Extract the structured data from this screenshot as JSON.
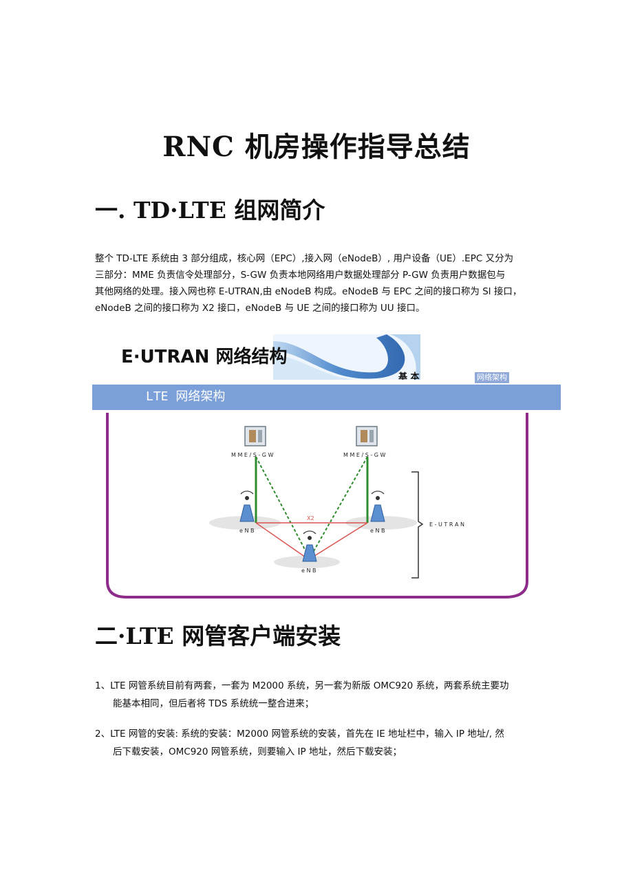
{
  "document": {
    "title": "RNC 机房操作指导总结"
  },
  "section1": {
    "heading": "一. TD·LTE 组网简介",
    "intro_lines": [
      "整个 TD-LTE 系统由 3 部分组成，核心网（EPC）,接入网（eNodeB）, 用户设备（UE）.EPC 又分为",
      "三部分：MME 负责信令处理部分，S-GW 负责本地网络用户数据处理部分 P-GW 负责用户数据包与",
      "其他网络的处理。接入网也称 E-UTRAN,由 eNodeB 构成。eNodeB 与 EPC 之间的接口称为 Sl 接口，",
      "eNodeB 之间的接口称为 X2 接口，eNodeB 与 UE 之间的接口称为 UU 接口。"
    ]
  },
  "figure": {
    "title": "E·UTRAN 网络结构",
    "wave_text": "基 本",
    "small_label": "网络架构",
    "band_label": "LTE 网络架构",
    "node_labels": {
      "mme_left": "M M E / S - G W",
      "mme_right": "M M E / S - G W",
      "enb_left": "e N B",
      "enb_right": "e N B",
      "enb_bottom": "e N B",
      "x2_label": "X2",
      "eutran_label": "E - U T R A N"
    },
    "colors": {
      "band": "#7b9fd8",
      "frame": "#8e2c8c",
      "s1_link": "#2e8b2e",
      "x2_link": "#d9534f"
    }
  },
  "section2": {
    "heading": "二·LTE 网管客户端安装",
    "items": [
      {
        "lines": [
          "1、LTE 网管系统目前有两套，一套为 M2000 系统，另一套为新版 OMC920 系统，两套系统主要功",
          "能基本相同，但后者将 TDS 系统统一整合进来；"
        ]
      },
      {
        "lines": [
          "2、LTE 网管的安装: 系统的安装：M2000 网管系统的安装，首先在 IE 地址栏中，输入 IP 地址/, 然",
          "后下载安装，OMC920 网管系统，则要输入 IP 地址，然后下载安装；"
        ]
      }
    ]
  }
}
